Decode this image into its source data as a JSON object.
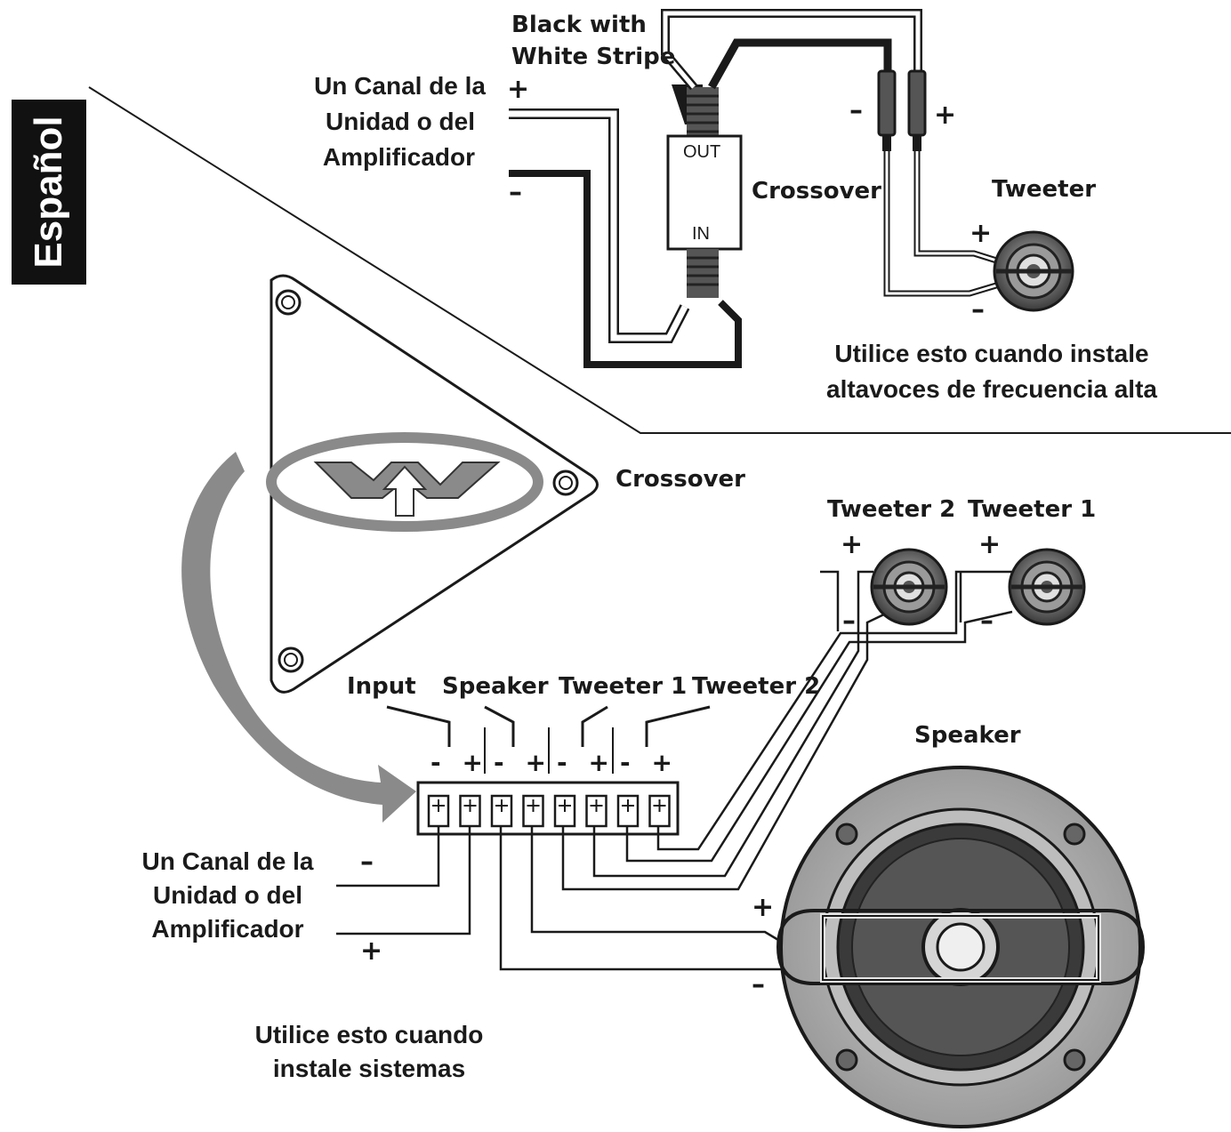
{
  "side_tab": {
    "label": "Español"
  },
  "top": {
    "wire_label": [
      "Black with",
      "White Stripe"
    ],
    "source_label": [
      "Un Canal de la",
      "Unidad o del",
      "Amplificador"
    ],
    "plus": "+",
    "minus": "–",
    "crossover_label": "Crossover",
    "out_label": "OUT",
    "in_label": "IN",
    "tweeter_label": "Tweeter",
    "caption": [
      "Utilice esto cuando instale",
      "altavoces de frecuencia alta"
    ]
  },
  "bottom": {
    "crossover_label": "Crossover",
    "tweeter2_label": "Tweeter 2",
    "tweeter1_label": "Tweeter 1",
    "terminal_groups": [
      "Input",
      "Speaker",
      "Tweeter 1",
      "Tweeter 2"
    ],
    "terminal_signs": [
      "-",
      "+",
      "-",
      "+",
      "-",
      "+",
      "-",
      "+"
    ],
    "speaker_label": "Speaker",
    "source_label": [
      "Un Canal de la",
      "Unidad o del",
      "Amplificador"
    ],
    "caption": [
      "Utilice esto cuando",
      "instale sistemas"
    ]
  },
  "colors": {
    "ink": "#1a1a1a",
    "panel_fill": "#d9d9d9",
    "arrow_fill": "#8a8a8a",
    "tab": "#111111"
  }
}
